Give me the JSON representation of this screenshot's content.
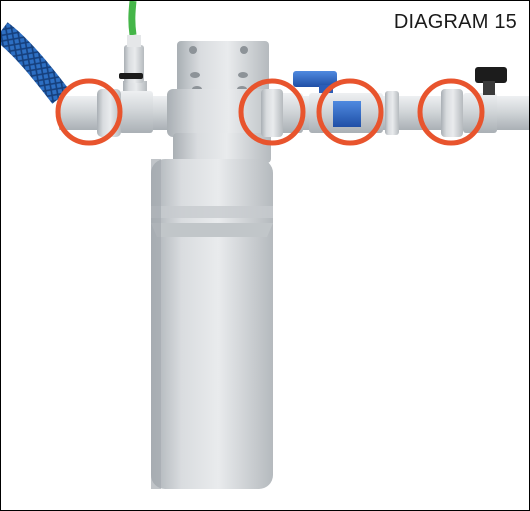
{
  "diagram": {
    "label": "DIAGRAM 15",
    "callout_color": "#e8542d",
    "hose_color": "#2f6fbf",
    "tube_color": "#45b649",
    "valve_handle_color": "#2f67c9",
    "shutoff_handle_color": "#1c1c1c",
    "metal_color": "#cfd3d6",
    "callouts": [
      "inlet-fitting",
      "filter-head-outlet",
      "blue-valve-fitting",
      "shutoff-valve-fitting"
    ]
  }
}
